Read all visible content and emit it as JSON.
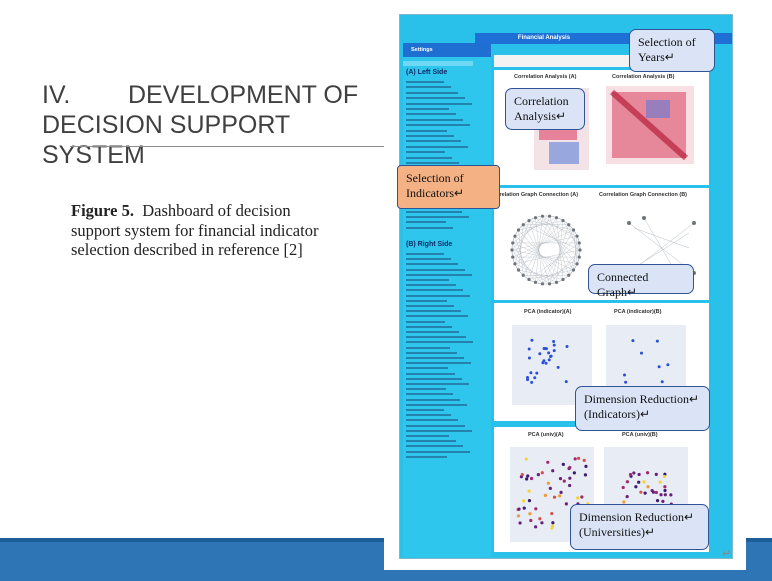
{
  "slide": {
    "title_number": "IV.",
    "title_line1": "DEVELOPMENT OF",
    "title_line2": "DECISION SUPPORT SYSTEM",
    "accent_color": "#2e75b6"
  },
  "caption": {
    "label": "Figure 5.",
    "text": "Dashboard of decision support system for financial indicator selection described in reference [2]"
  },
  "dashboard": {
    "header_title": "Financial Analysis",
    "settings_label": "Settings",
    "left_side_label": "(A) Left Side",
    "right_side_label": "(B) Right Side",
    "panels": {
      "corr_a": "Correlation Analysis (A)",
      "corr_b": "Correlation Analysis (B)",
      "graph_a": "orrelation Graph Connection (A)",
      "graph_b": "Correlation Graph Connection (B)",
      "pca_ind_a": "PCA (indicator)(A)",
      "pca_ind_b": "PCA (indicator)(B)",
      "pca_univ_a": "PCA (univ)(A)",
      "pca_univ_b": "PCA (univ)(B)"
    }
  },
  "callouts": {
    "years": "Selection of Years",
    "correlation": "Correlation Analysis",
    "indicators": "Selection of Indicators",
    "connected": "Connected Graph",
    "dim_ind_line1": "Dimension Reduction",
    "dim_ind_line2": "(Indicators)",
    "dim_univ_line1": "Dimension Reduction",
    "dim_univ_line2": "(Universities)",
    "paragraph_mark": "↵"
  }
}
